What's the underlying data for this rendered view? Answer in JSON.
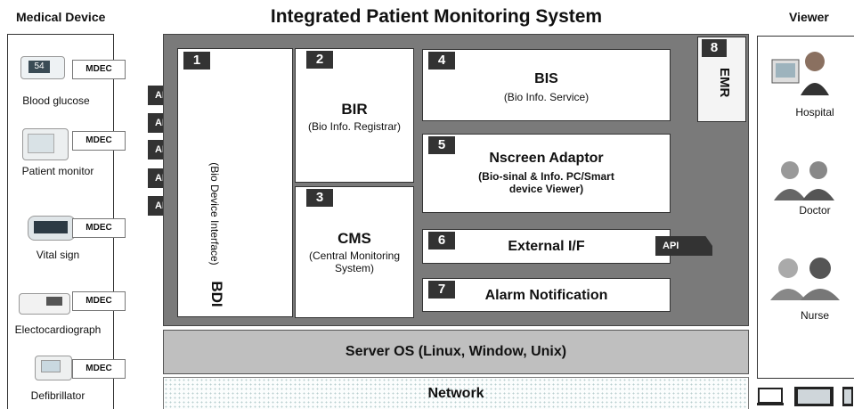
{
  "title": "Integrated Patient Monitoring System",
  "headers": {
    "left": "Medical Device",
    "right": "Viewer"
  },
  "mdec_label": "MDEC",
  "api_label": "API",
  "devices": [
    {
      "label": "Blood glucose",
      "screen": "54"
    },
    {
      "label": "Patient monitor"
    },
    {
      "label": "Vital sign"
    },
    {
      "label": "Electocardiograph"
    },
    {
      "label": "Defibrillator"
    }
  ],
  "modules": {
    "bdi": {
      "num": "1",
      "title": "BDI",
      "subtitle": "(Bio Device Interface)"
    },
    "bir": {
      "num": "2",
      "title": "BIR",
      "subtitle": "(Bio Info. Registrar)"
    },
    "cms": {
      "num": "3",
      "title": "CMS",
      "subtitle": "(Central Monitoring System)"
    },
    "bis": {
      "num": "4",
      "title": "BIS",
      "subtitle": "(Bio Info. Service)"
    },
    "nscreen": {
      "num": "5",
      "title": "Nscreen Adaptor",
      "subtitle": "(Bio-sinal & Info. PC/Smart device Viewer)"
    },
    "external": {
      "num": "6",
      "title": "External I/F"
    },
    "alarm": {
      "num": "7",
      "title": "Alarm Notification"
    },
    "emr": {
      "num": "8",
      "title": "EMR"
    }
  },
  "server_os": "Server OS (Linux, Window, Unix)",
  "network": "Network",
  "viewers": [
    "Hospital",
    "Doctor",
    "Nurse"
  ]
}
